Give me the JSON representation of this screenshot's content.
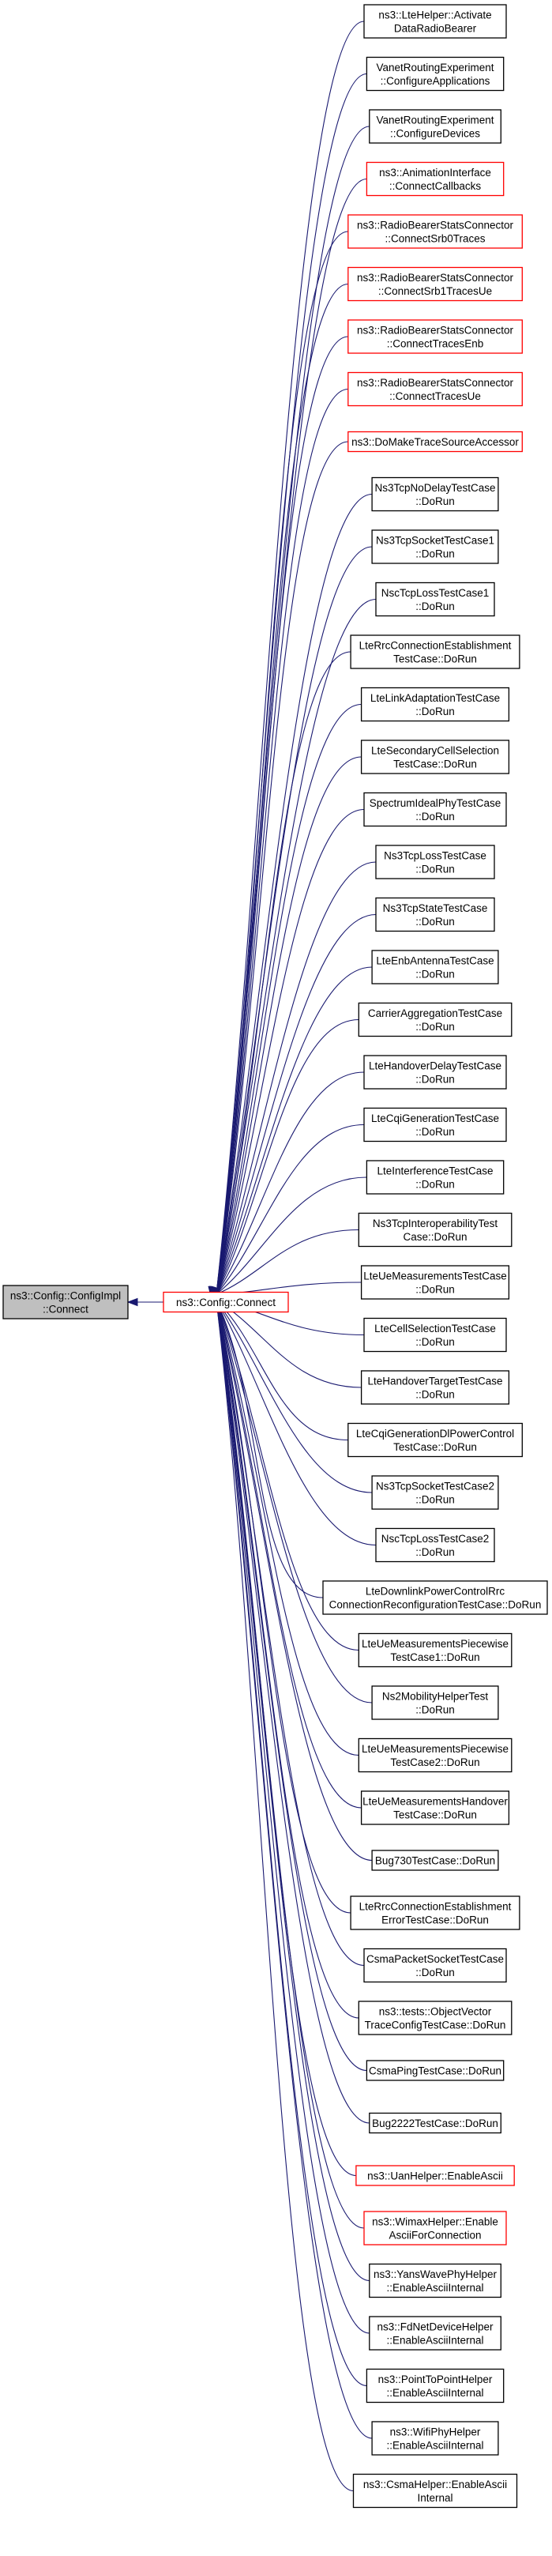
{
  "colors": {
    "edge": "#191970",
    "focus_fill": "#bfbfbf",
    "focus_border": "#000000",
    "node_fill": "#ffffff",
    "node_border_normal": "#000000",
    "node_border_truncated": "#ff0000",
    "text": "#000000"
  },
  "focus": {
    "lines": [
      "ns3::Config::ConfigImpl",
      "::Connect"
    ]
  },
  "hub": {
    "lines": [
      "ns3::Config::Connect"
    ],
    "border": "red"
  },
  "callers": [
    {
      "lines": [
        "ns3::LteHelper::Activate",
        "DataRadioBearer"
      ],
      "border": "black"
    },
    {
      "lines": [
        "VanetRoutingExperiment",
        "::ConfigureApplications"
      ],
      "border": "black"
    },
    {
      "lines": [
        "VanetRoutingExperiment",
        "::ConfigureDevices"
      ],
      "border": "black"
    },
    {
      "lines": [
        "ns3::AnimationInterface",
        "::ConnectCallbacks"
      ],
      "border": "red"
    },
    {
      "lines": [
        "ns3::RadioBearerStatsConnector",
        "::ConnectSrb0Traces"
      ],
      "border": "red"
    },
    {
      "lines": [
        "ns3::RadioBearerStatsConnector",
        "::ConnectSrb1TracesUe"
      ],
      "border": "red"
    },
    {
      "lines": [
        "ns3::RadioBearerStatsConnector",
        "::ConnectTracesEnb"
      ],
      "border": "red"
    },
    {
      "lines": [
        "ns3::RadioBearerStatsConnector",
        "::ConnectTracesUe"
      ],
      "border": "red"
    },
    {
      "lines": [
        "ns3::DoMakeTraceSourceAccessor"
      ],
      "border": "red"
    },
    {
      "lines": [
        "Ns3TcpNoDelayTestCase",
        "::DoRun"
      ],
      "border": "black"
    },
    {
      "lines": [
        "Ns3TcpSocketTestCase1",
        "::DoRun"
      ],
      "border": "black"
    },
    {
      "lines": [
        "NscTcpLossTestCase1",
        "::DoRun"
      ],
      "border": "black"
    },
    {
      "lines": [
        "LteRrcConnectionEstablishment",
        "TestCase::DoRun"
      ],
      "border": "black"
    },
    {
      "lines": [
        "LteLinkAdaptationTestCase",
        "::DoRun"
      ],
      "border": "black"
    },
    {
      "lines": [
        "LteSecondaryCellSelection",
        "TestCase::DoRun"
      ],
      "border": "black"
    },
    {
      "lines": [
        "SpectrumIdealPhyTestCase",
        "::DoRun"
      ],
      "border": "black"
    },
    {
      "lines": [
        "Ns3TcpLossTestCase",
        "::DoRun"
      ],
      "border": "black"
    },
    {
      "lines": [
        "Ns3TcpStateTestCase",
        "::DoRun"
      ],
      "border": "black"
    },
    {
      "lines": [
        "LteEnbAntennaTestCase",
        "::DoRun"
      ],
      "border": "black"
    },
    {
      "lines": [
        "CarrierAggregationTestCase",
        "::DoRun"
      ],
      "border": "black"
    },
    {
      "lines": [
        "LteHandoverDelayTestCase",
        "::DoRun"
      ],
      "border": "black"
    },
    {
      "lines": [
        "LteCqiGenerationTestCase",
        "::DoRun"
      ],
      "border": "black"
    },
    {
      "lines": [
        "LteInterferenceTestCase",
        "::DoRun"
      ],
      "border": "black"
    },
    {
      "lines": [
        "Ns3TcpInteroperabilityTest",
        "Case::DoRun"
      ],
      "border": "black"
    },
    {
      "lines": [
        "LteUeMeasurementsTestCase",
        "::DoRun"
      ],
      "border": "black"
    },
    {
      "lines": [
        "LteCellSelectionTestCase",
        "::DoRun"
      ],
      "border": "black"
    },
    {
      "lines": [
        "LteHandoverTargetTestCase",
        "::DoRun"
      ],
      "border": "black"
    },
    {
      "lines": [
        "LteCqiGenerationDlPowerControl",
        "TestCase::DoRun"
      ],
      "border": "black"
    },
    {
      "lines": [
        "Ns3TcpSocketTestCase2",
        "::DoRun"
      ],
      "border": "black"
    },
    {
      "lines": [
        "NscTcpLossTestCase2",
        "::DoRun"
      ],
      "border": "black"
    },
    {
      "lines": [
        "LteDownlinkPowerControlRrc",
        "ConnectionReconfigurationTestCase::DoRun"
      ],
      "border": "black"
    },
    {
      "lines": [
        "LteUeMeasurementsPiecewise",
        "TestCase1::DoRun"
      ],
      "border": "black"
    },
    {
      "lines": [
        "Ns2MobilityHelperTest",
        "::DoRun"
      ],
      "border": "black"
    },
    {
      "lines": [
        "LteUeMeasurementsPiecewise",
        "TestCase2::DoRun"
      ],
      "border": "black"
    },
    {
      "lines": [
        "LteUeMeasurementsHandover",
        "TestCase::DoRun"
      ],
      "border": "black"
    },
    {
      "lines": [
        "Bug730TestCase::DoRun"
      ],
      "border": "black"
    },
    {
      "lines": [
        "LteRrcConnectionEstablishment",
        "ErrorTestCase::DoRun"
      ],
      "border": "black"
    },
    {
      "lines": [
        "CsmaPacketSocketTestCase",
        "::DoRun"
      ],
      "border": "black"
    },
    {
      "lines": [
        "ns3::tests::ObjectVector",
        "TraceConfigTestCase::DoRun"
      ],
      "border": "black"
    },
    {
      "lines": [
        "CsmaPingTestCase::DoRun"
      ],
      "border": "black"
    },
    {
      "lines": [
        "Bug2222TestCase::DoRun"
      ],
      "border": "black"
    },
    {
      "lines": [
        "ns3::UanHelper::EnableAscii"
      ],
      "border": "red"
    },
    {
      "lines": [
        "ns3::WimaxHelper::Enable",
        "AsciiForConnection"
      ],
      "border": "red"
    },
    {
      "lines": [
        "ns3::YansWavePhyHelper",
        "::EnableAsciiInternal"
      ],
      "border": "black"
    },
    {
      "lines": [
        "ns3::FdNetDeviceHelper",
        "::EnableAsciiInternal"
      ],
      "border": "black"
    },
    {
      "lines": [
        "ns3::PointToPointHelper",
        "::EnableAsciiInternal"
      ],
      "border": "black"
    },
    {
      "lines": [
        "ns3::WifiPhyHelper",
        "::EnableAsciiInternal"
      ],
      "border": "black"
    },
    {
      "lines": [
        "ns3::CsmaHelper::EnableAscii",
        "Internal"
      ],
      "border": "black"
    }
  ]
}
